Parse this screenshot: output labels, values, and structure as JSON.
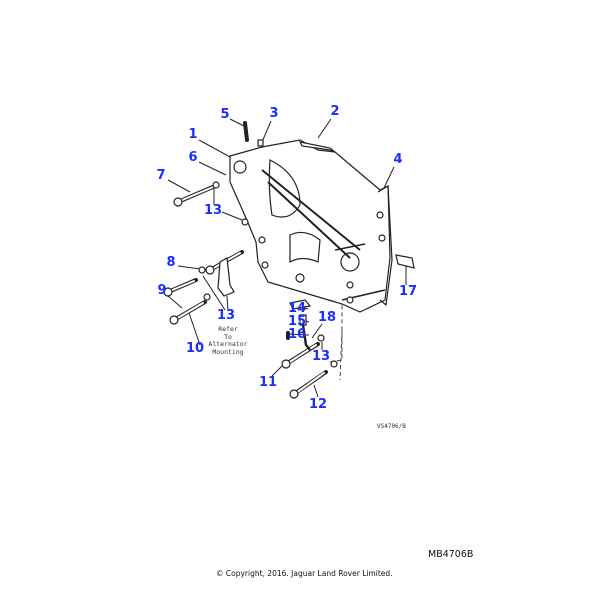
{
  "diagram": {
    "callouts": [
      "1",
      "2",
      "3",
      "4",
      "5",
      "6",
      "7",
      "8",
      "9",
      "10",
      "11",
      "12",
      "13",
      "13",
      "13",
      "14",
      "15",
      "16",
      "17",
      "18"
    ],
    "note_lines": [
      "Refer",
      "To",
      "Alternator",
      "Mounting"
    ],
    "illustration_ref": "VS4706/B",
    "diagram_code": "MB4706B",
    "copyright": "© Copyright, 2016. Jaguar Land Rover Limited.",
    "callout_color": "#1a2eff"
  }
}
